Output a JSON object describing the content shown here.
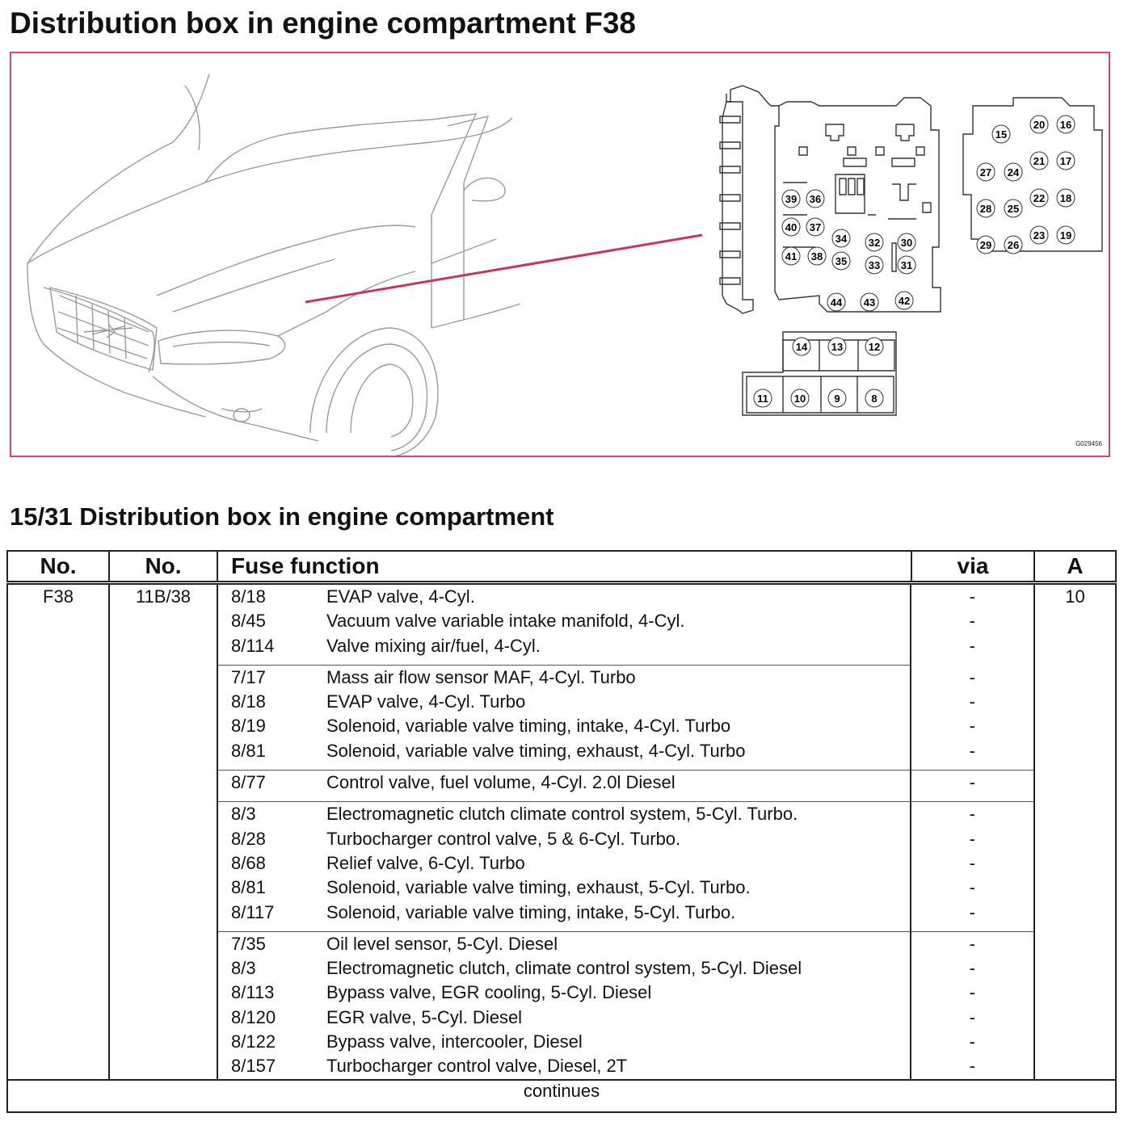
{
  "page_title": "Distribution box in engine compartment F38",
  "figure_code": "G029456",
  "fuse_labels": [
    "15",
    "20",
    "16",
    "27",
    "24",
    "21",
    "17",
    "28",
    "25",
    "22",
    "18",
    "29",
    "26",
    "23",
    "19",
    "39",
    "36",
    "40",
    "37",
    "34",
    "32",
    "30",
    "41",
    "38",
    "35",
    "33",
    "31",
    "44",
    "43",
    "42",
    "14",
    "13",
    "12",
    "11",
    "10",
    "9",
    "8"
  ],
  "section_title": "15/31 Distribution box in engine compartment",
  "table": {
    "headers": [
      "No.",
      "No.",
      "Fuse function",
      "via",
      "A"
    ],
    "no1": "F38",
    "no2": "11B/38",
    "amps": "10",
    "groups": [
      [
        {
          "code": "8/18",
          "func": "EVAP valve, 4-Cyl.",
          "via": "-"
        },
        {
          "code": "8/45",
          "func": "Vacuum valve variable intake manifold, 4-Cyl.",
          "via": "-"
        },
        {
          "code": "8/114",
          "func": "Valve mixing air/fuel, 4-Cyl.",
          "via": "-"
        }
      ],
      [
        {
          "code": "7/17",
          "func": "Mass air flow sensor MAF, 4-Cyl. Turbo",
          "via": "-"
        },
        {
          "code": "8/18",
          "func": "EVAP valve, 4-Cyl. Turbo",
          "via": "-"
        },
        {
          "code": "8/19",
          "func": "Solenoid, variable valve timing, intake, 4-Cyl. Turbo",
          "via": "-"
        },
        {
          "code": "8/81",
          "func": "Solenoid, variable valve timing, exhaust, 4-Cyl. Turbo",
          "via": "-"
        }
      ],
      [
        {
          "code": "8/77",
          "func": "Control valve, fuel volume, 4-Cyl. 2.0l Diesel",
          "via": "-"
        }
      ],
      [
        {
          "code": "8/3",
          "func": "Electromagnetic clutch climate control system, 5-Cyl. Turbo.",
          "via": "-"
        },
        {
          "code": "8/28",
          "func": "Turbocharger control valve, 5 & 6-Cyl. Turbo.",
          "via": "-"
        },
        {
          "code": "8/68",
          "func": "Relief valve, 6-Cyl. Turbo",
          "via": "-"
        },
        {
          "code": "8/81",
          "func": "Solenoid, variable valve timing, exhaust, 5-Cyl. Turbo.",
          "via": "-"
        },
        {
          "code": "8/117",
          "func": "Solenoid, variable valve timing, intake, 5-Cyl. Turbo.",
          "via": "-"
        }
      ],
      [
        {
          "code": "7/35",
          "func": "Oil level sensor, 5-Cyl. Diesel",
          "via": "-"
        },
        {
          "code": "8/3",
          "func": "Electromagnetic clutch, climate control system, 5-Cyl. Diesel",
          "via": "-"
        },
        {
          "code": "8/113",
          "func": "Bypass valve, EGR cooling, 5-Cyl. Diesel",
          "via": "-"
        },
        {
          "code": "8/120",
          "func": "EGR valve, 5-Cyl. Diesel",
          "via": "-"
        },
        {
          "code": "8/122",
          "func": "Bypass valve, intercooler, Diesel",
          "via": "-"
        },
        {
          "code": "8/157",
          "func": "Turbocharger control valve, Diesel, 2T",
          "via": "-"
        }
      ]
    ],
    "continues": "continues"
  }
}
